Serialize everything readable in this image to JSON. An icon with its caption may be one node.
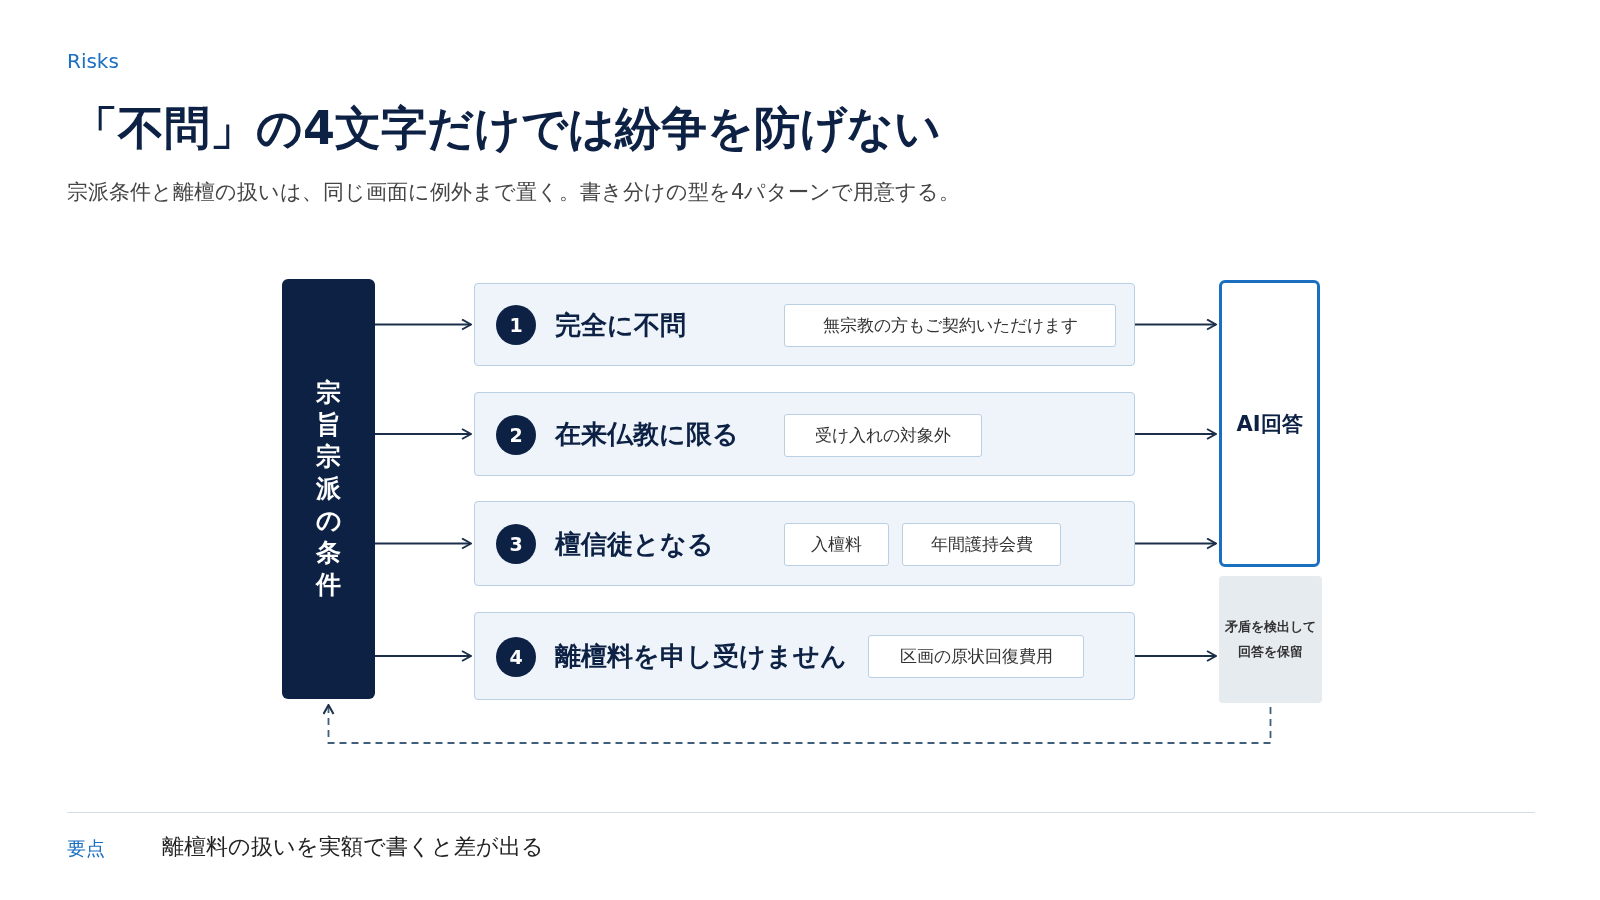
{
  "diagram": {
    "title": "「不問」の4文字だけでは紛争を防げない",
    "nodes": [
      {
        "text": [
          "宗旨宗派の条件"
        ]
      },
      {
        "text": [
          "完全に不問"
        ]
      },
      {
        "text": [
          "1"
        ],
        "in": 1
      },
      {
        "text": [
          "無宗教の方もご契約いただけます"
        ],
        "in": 1
      },
      {
        "text": [
          "在来仏教に限る"
        ]
      },
      {
        "text": [
          "2"
        ],
        "in": 4
      },
      {
        "text": [
          "受け入れの対象外"
        ],
        "in": 4
      },
      {
        "text": [
          "檀信徒となる"
        ]
      },
      {
        "text": [
          "3"
        ],
        "in": 7
      },
      {
        "text": [
          "入檀料"
        ],
        "in": 7
      },
      {
        "text": [
          "年間護持会費"
        ],
        "in": 7
      },
      {
        "text": [
          "離檀料を申し受けません"
        ]
      },
      {
        "text": [
          "4"
        ],
        "in": 11
      },
      {
        "text": [
          "区画の原状回復費用"
        ],
        "in": 11
      },
      {
        "text": [
          "AI回答"
        ]
      },
      {
        "text": [
          "矛盾を検出して回答を保留"
        ]
      }
    ],
    "edges": [
      {
        "from": 0,
        "to": 1,
        "arrow": "to"
      },
      {
        "from": 0,
        "to": 4,
        "arrow": "to"
      },
      {
        "from": 0,
        "to": 7,
        "arrow": "to"
      },
      {
        "from": 0,
        "to": 11,
        "arrow": "to"
      },
      {
        "from": 1,
        "to": 14,
        "arrow": "to"
      },
      {
        "from": 4,
        "to": 14,
        "arrow": "to"
      },
      {
        "from": 7,
        "to": 14,
        "arrow": "to"
      },
      {
        "from": 11,
        "to": 15,
        "arrow": "to"
      },
      {
        "from": 15,
        "to": 0,
        "arrow": "to",
        "style": "dashed"
      }
    ],
    "labels": [
      "Risks",
      "宗派条件と離檀の扱いは、同じ画面に例外まで置く。書き分けの型を4パターンで用意する。",
      "要点",
      "離檀料の扱いを実額で書くと差が出る"
    ]
  }
}
